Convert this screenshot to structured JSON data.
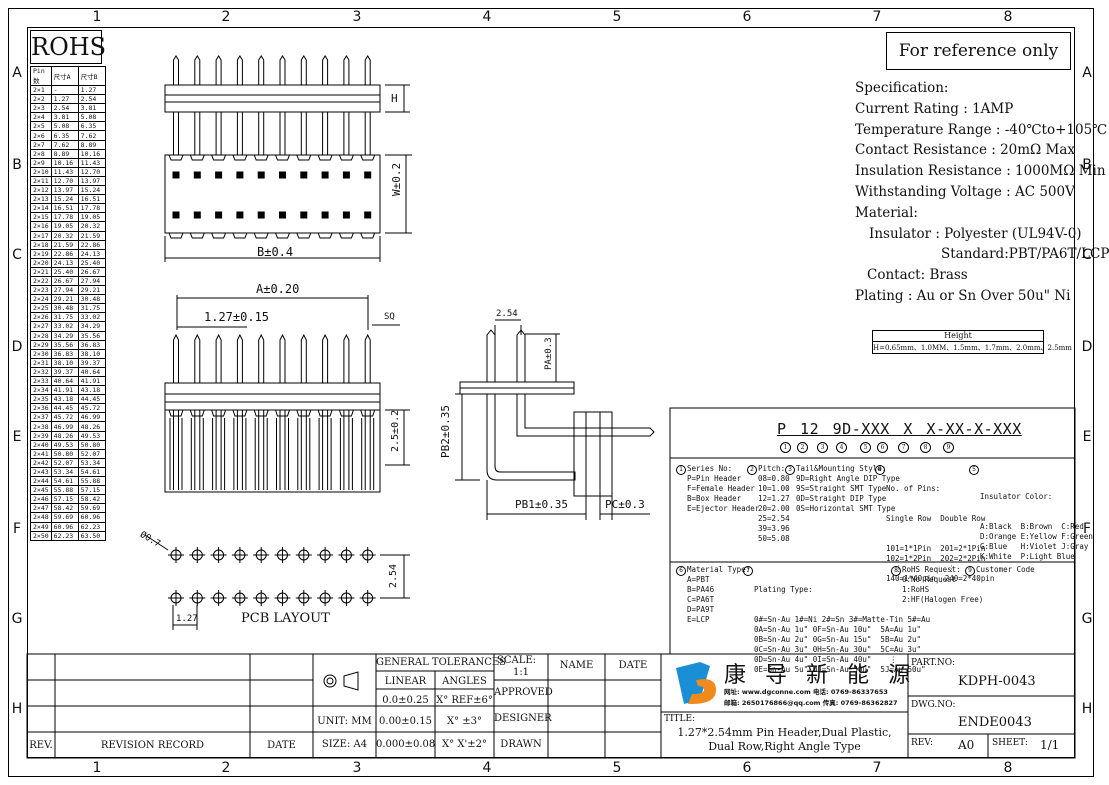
{
  "zones_cols": [
    "1",
    "2",
    "3",
    "4",
    "5",
    "6",
    "7",
    "8"
  ],
  "zones_rows": [
    "A",
    "B",
    "C",
    "D",
    "E",
    "F",
    "G",
    "H"
  ],
  "rohs": "ROHS",
  "reference": "For reference only",
  "pin_table": {
    "headers": [
      "Pin数",
      "尺寸A",
      "尺寸B"
    ],
    "rows": [
      [
        "2×1",
        "-",
        "1.27"
      ],
      [
        "2×2",
        "1.27",
        "2.54"
      ],
      [
        "2×3",
        "2.54",
        "3.81"
      ],
      [
        "2×4",
        "3.81",
        "5.08"
      ],
      [
        "2×5",
        "5.08",
        "6.35"
      ],
      [
        "2×6",
        "6.35",
        "7.62"
      ],
      [
        "2×7",
        "7.62",
        "8.89"
      ],
      [
        "2×8",
        "8.89",
        "10.16"
      ],
      [
        "2×9",
        "10.16",
        "11.43"
      ],
      [
        "2×10",
        "11.43",
        "12.70"
      ],
      [
        "2×11",
        "12.70",
        "13.97"
      ],
      [
        "2×12",
        "13.97",
        "15.24"
      ],
      [
        "2×13",
        "15.24",
        "16.51"
      ],
      [
        "2×14",
        "16.51",
        "17.78"
      ],
      [
        "2×15",
        "17.78",
        "19.05"
      ],
      [
        "2×16",
        "19.05",
        "20.32"
      ],
      [
        "2×17",
        "20.32",
        "21.59"
      ],
      [
        "2×18",
        "21.59",
        "22.86"
      ],
      [
        "2×19",
        "22.86",
        "24.13"
      ],
      [
        "2×20",
        "24.13",
        "25.40"
      ],
      [
        "2×21",
        "25.40",
        "26.67"
      ],
      [
        "2×22",
        "26.67",
        "27.94"
      ],
      [
        "2×23",
        "27.94",
        "29.21"
      ],
      [
        "2×24",
        "29.21",
        "30.48"
      ],
      [
        "2×25",
        "30.48",
        "31.75"
      ],
      [
        "2×26",
        "31.75",
        "33.02"
      ],
      [
        "2×27",
        "33.02",
        "34.29"
      ],
      [
        "2×28",
        "34.29",
        "35.56"
      ],
      [
        "2×29",
        "35.56",
        "36.83"
      ],
      [
        "2×30",
        "36.83",
        "38.10"
      ],
      [
        "2×31",
        "38.10",
        "39.37"
      ],
      [
        "2×32",
        "39.37",
        "40.64"
      ],
      [
        "2×33",
        "40.64",
        "41.91"
      ],
      [
        "2×34",
        "41.91",
        "43.18"
      ],
      [
        "2×35",
        "43.18",
        "44.45"
      ],
      [
        "2×36",
        "44.45",
        "45.72"
      ],
      [
        "2×37",
        "45.72",
        "46.99"
      ],
      [
        "2×38",
        "46.99",
        "48.26"
      ],
      [
        "2×39",
        "48.26",
        "49.53"
      ],
      [
        "2×40",
        "49.53",
        "50.80"
      ],
      [
        "2×41",
        "50.80",
        "52.07"
      ],
      [
        "2×42",
        "52.07",
        "53.34"
      ],
      [
        "2×43",
        "53.34",
        "54.61"
      ],
      [
        "2×44",
        "54.61",
        "55.88"
      ],
      [
        "2×45",
        "55.88",
        "57.15"
      ],
      [
        "2×46",
        "57.15",
        "58.42"
      ],
      [
        "2×47",
        "58.42",
        "59.69"
      ],
      [
        "2×48",
        "59.69",
        "60.96"
      ],
      [
        "2×49",
        "60.96",
        "62.23"
      ],
      [
        "2×50",
        "62.23",
        "63.50"
      ]
    ]
  },
  "dims": {
    "h": "H",
    "w": "W±0.2",
    "b": "B±0.4",
    "a": "A±0.20",
    "pitch": "1.27±0.15",
    "sq": "SQ",
    "v25": "2.5±0.2",
    "side_254": "2.54",
    "pa": "PA±0.3",
    "pb2": "PB2±0.35",
    "pb1": "PB1±0.35",
    "pc": "PC±0.3",
    "phi": "Ø0.7",
    "pcb_254": "2.54",
    "pcb_127": "1.27",
    "pcb_layout": "PCB LAYOUT"
  },
  "spec": {
    "lines": [
      "Specification:",
      "Current Rating : 1AMP",
      "Temperature Range : -40℃to+105℃",
      "Contact Resistance : 20mΩ Max",
      "Insulation Resistance : 1000MΩ Min",
      "Withstanding Voltage : AC 500V",
      "Material:",
      "Insulator : Polyester (UL94V-0)",
      "Standard:PBT/PA6T/LCP",
      "Contact: Brass",
      "Plating : Au or Sn Over 50u\" Ni"
    ]
  },
  "height_box": {
    "title": "Height",
    "values": "H=0.65mm、1.0MM、1.5mm、1.7mm、2.0mm、2.5mm"
  },
  "part_code": {
    "code": "P 12 9D-XXX X X-XX-X-XXX",
    "circles": [
      "1",
      "2",
      "3",
      "4",
      "5",
      "6",
      "7",
      "8",
      "9"
    ]
  },
  "legend": {
    "series_title": "Series No:",
    "series": [
      "P=Pin Header",
      "F=Female Header",
      "B=Box Header",
      "E=Ejector Header"
    ],
    "pitch_title": "Pitch:",
    "pitch": [
      "08=0.80",
      "10=1.00",
      "12=1.27",
      "20=2.00",
      "25=2.54",
      "39=3.96",
      "50=5.08"
    ],
    "tail_title": "Tail&Mounting Style:",
    "tail": [
      "9D=Right Angle DIP Type",
      "9S=Straight SMT Type",
      "0D=Straight DIP Type",
      "0S=Horizontal SMT Type"
    ],
    "pins_title": "No. of Pins:",
    "pins_cols": [
      "Single Row",
      "Double Row"
    ],
    "pins": [
      "101=1*1Pin  201=2*1Pin",
      "102=1*2Pin  202=2*2Pin",
      "  ⋮          ⋮",
      "140=1*40pin  240=2*40pin"
    ],
    "color_title": "Insulator Color:",
    "colors": [
      "A:Black  B:Brown  C:Red",
      "D:Orange E:Yellow F:Green",
      "G:Blue   H:Violet J:Gray",
      "K:White  P:Light Blue"
    ],
    "material_title": "Material Type:",
    "materials": [
      "A=PBT",
      "B=PA46",
      "C=PA6T",
      "D=PA9T",
      "E=LCP"
    ],
    "plating_title": "Plating Type:",
    "plating": [
      "0#=Sn-Au 1#=Ni 2#=Sn 3#=Matte-Tin 5#=Au",
      "0A=Sn-Au 1u\" 0F=Sn-Au 10u\"  5A=Au 1u\"",
      "0B=Sn-Au 2u\" 0G=Sn-Au 15u\"  5B=Au 2u\"",
      "0C=Sn-Au 3u\" 0H=Sn-Au 30u\"  5C=Au 3u\"",
      "0D=Sn-Au 4u\" 0I=Sn-Au 40u\"    ⋮",
      "0E=Sn-Au 5u\" 0J=Sn-Au 50u\"  5J=Au 50u\""
    ],
    "rohs_title": "RoHS Request:",
    "rohs": [
      "0:No Request",
      "1:RoHS",
      "2:HF(Halogen Free)"
    ],
    "customer_title": "Customer Code"
  },
  "title_block": {
    "general_tol": "GENERAL TOLERANCES",
    "linear": "LINEAR",
    "angles": "ANGLES",
    "lin1": "0.0±0.25",
    "ang1": "X° REF±6°",
    "unit": "UNIT: MM",
    "lin2": "0.00±0.15",
    "ang2": "X° ±3°",
    "size": "SIZE: A4",
    "lin3": "0.000±0.08",
    "ang3": "X° X'±2°",
    "scale_label": "SCALE:",
    "scale": "1:1",
    "approved": "APPROVED",
    "designer": "DESIGNER",
    "drawn": "DRAWN",
    "name": "NAME",
    "date": "DATE",
    "rev_label": "REV.",
    "revision_record": "REVISION RECORD",
    "rev_date": "DATE",
    "company_cn": "康 导 新 能 源",
    "company_line1": "网址: www.dgconne.com  电话: 0769-86337653",
    "company_line2": "邮箱: 2650176866@qq.com 传真: 0769-86362827",
    "title_label": "TITLE:",
    "title_line1": "1.27*2.54mm Pin Header,Dual Plastic,",
    "title_line2": "Dual Row,Right Angle Type",
    "part_no_label": "PART.NO:",
    "part_no": "KDPH-0043",
    "dwg_no_label": "DWG.NO:",
    "dwg_no": "ENDE0043",
    "rev2_label": "REV:",
    "rev2": "A0",
    "sheet_label": "SHEET:",
    "sheet": "1/1"
  }
}
